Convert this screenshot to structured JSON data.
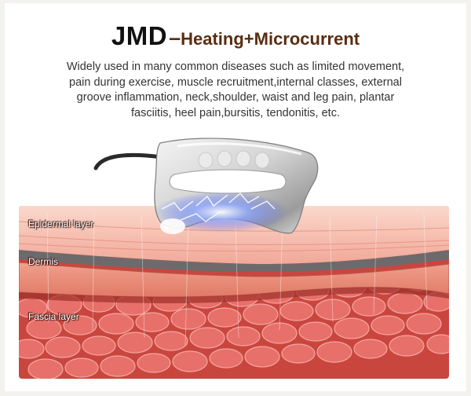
{
  "title": {
    "brand": "JMD",
    "dash": "–",
    "subtitle": "Heating+Microcurrent"
  },
  "description": {
    "line1": "Widely used in many common diseases such as limited movement,",
    "line2": "pain during exercise, muscle recruitment,internal classes, external",
    "line3": "groove inflammation, neck,shoulder, waist and leg pain, plantar",
    "line4": "fasciitis, heel pain,bursitis, tendonitis, etc."
  },
  "layers": {
    "epidermal": "Epidermal layer",
    "dermis": "Dermis",
    "fascia": "Fascia layer"
  },
  "colors": {
    "title_accent": "#5a2d12",
    "epidermis": "#f6c2b4",
    "dermis": "#e48a76",
    "fascia_cells": "#d9524a",
    "current_glow": "#6f8cff"
  },
  "icons": {
    "device": "gua-sha-massager-icon",
    "current": "microcurrent-spark-icon"
  }
}
